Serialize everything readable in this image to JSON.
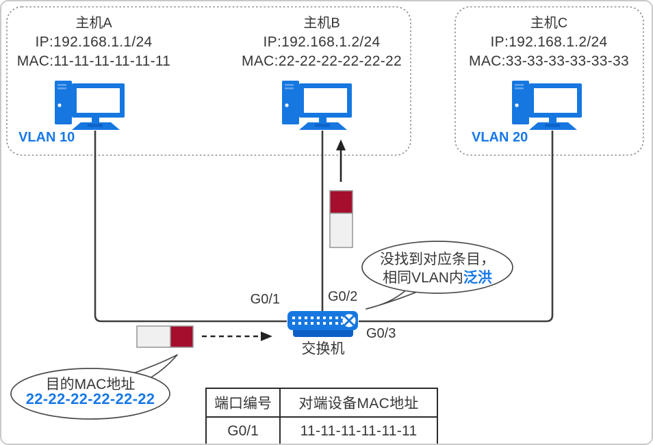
{
  "hosts": [
    {
      "name": "主机A",
      "ip": "IP:192.168.1.1/24",
      "mac": "MAC:11-11-11-11-11-11"
    },
    {
      "name": "主机B",
      "ip": "IP:192.168.1.2/24",
      "mac": "MAC:22-22-22-22-22-22"
    },
    {
      "name": "主机C",
      "ip": "IP:192.168.1.2/24",
      "mac": "MAC:33-33-33-33-33-33"
    }
  ],
  "vlans": [
    {
      "label": "VLAN 10"
    },
    {
      "label": "VLAN 20"
    }
  ],
  "switch": {
    "label": "交换机",
    "ports": [
      {
        "label": "G0/1"
      },
      {
        "label": "G0/2"
      },
      {
        "label": "G0/3"
      }
    ]
  },
  "bubbles": {
    "flood": {
      "line1": "没找到对应条目，",
      "line2_prefix": "相同VLAN内",
      "line2_highlight": "泛洪"
    },
    "dest": {
      "line1": "目的MAC地址",
      "line2": "22-22-22-22-22-22"
    }
  },
  "table": {
    "headers": [
      "端口编号",
      "对端设备MAC地址"
    ],
    "rows": [
      [
        "G0/1",
        "11-11-11-11-11-11"
      ]
    ]
  },
  "colors": {
    "device_blue": "#1677E0",
    "device_blue_dark": "#0D5FC6",
    "text_blue": "#1778E8",
    "frame_red": "#A50E2D",
    "frame_gray": "#F0F0F0"
  }
}
